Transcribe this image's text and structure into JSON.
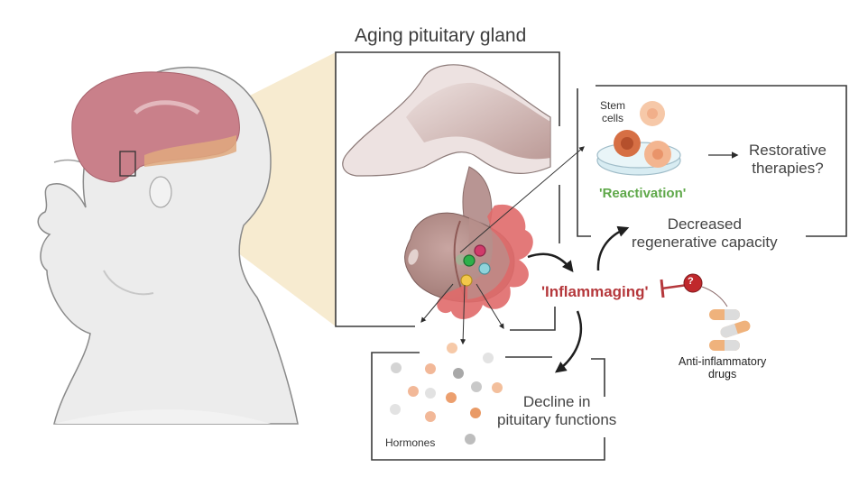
{
  "figure": {
    "title": "Aging pituitary gland",
    "panels": {
      "stem_cells": {
        "label_line1": "Stem",
        "label_line2": "cells",
        "state": "'Reactivation'",
        "outcome_line1": "Restorative",
        "outcome_line2": "therapies?"
      },
      "regeneration": {
        "line1": "Decreased",
        "line2": "regenerative capacity"
      },
      "inflammation": {
        "label": "'Inflammaging'",
        "inhibitor_symbol": "?",
        "drug_line1": "Anti-inflammatory",
        "drug_line2": "drugs"
      },
      "hormones": {
        "label": "Hormones",
        "outcome_line1": "Decline in",
        "outcome_line2": "pituitary functions"
      }
    },
    "colors": {
      "inflammaging": "#b5383c",
      "reactivation": "#5fa84a",
      "zoom_cone": "#f5e6c4",
      "brain": "#c9808a",
      "inflammation_blob": "#e06a6a",
      "stem_cell": "#e89a6e"
    },
    "icons": [
      "head-profile-icon",
      "brain-icon",
      "pituitary-gland-icon",
      "petri-dish-icon",
      "stem-cell-icon",
      "pill-icon",
      "inhibit-icon",
      "hormone-particle-icon",
      "arrow-icon"
    ]
  }
}
